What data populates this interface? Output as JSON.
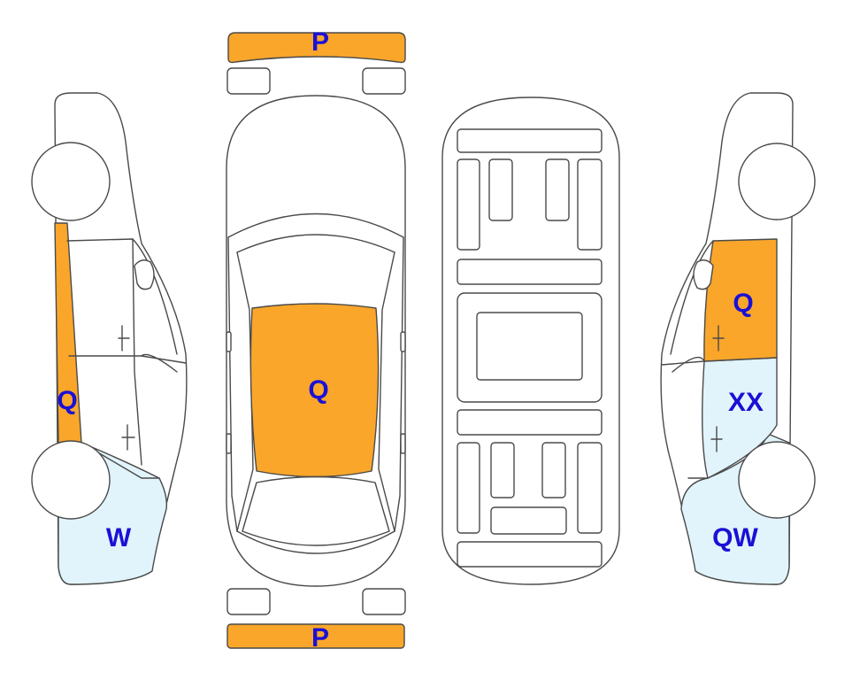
{
  "colors": {
    "orange": "#F9A62B",
    "light_blue": "#E1F4FB",
    "label": "#1A10D6",
    "outline": "#4A4A4A"
  },
  "labels": {
    "front_bumper": "P",
    "rear_bumper": "P",
    "roof": "Q",
    "left_sill": "Q",
    "left_rear_quarter": "W",
    "right_front_door": "Q",
    "right_rear_door": "XX",
    "right_rear_quarter": "QW"
  },
  "highlights": {
    "front_bumper": "orange",
    "rear_bumper": "orange",
    "roof": "orange",
    "left_sill": "orange",
    "left_rear_quarter": "light_blue",
    "right_front_door": "orange",
    "right_rear_door": "light_blue",
    "right_rear_quarter": "light_blue"
  }
}
